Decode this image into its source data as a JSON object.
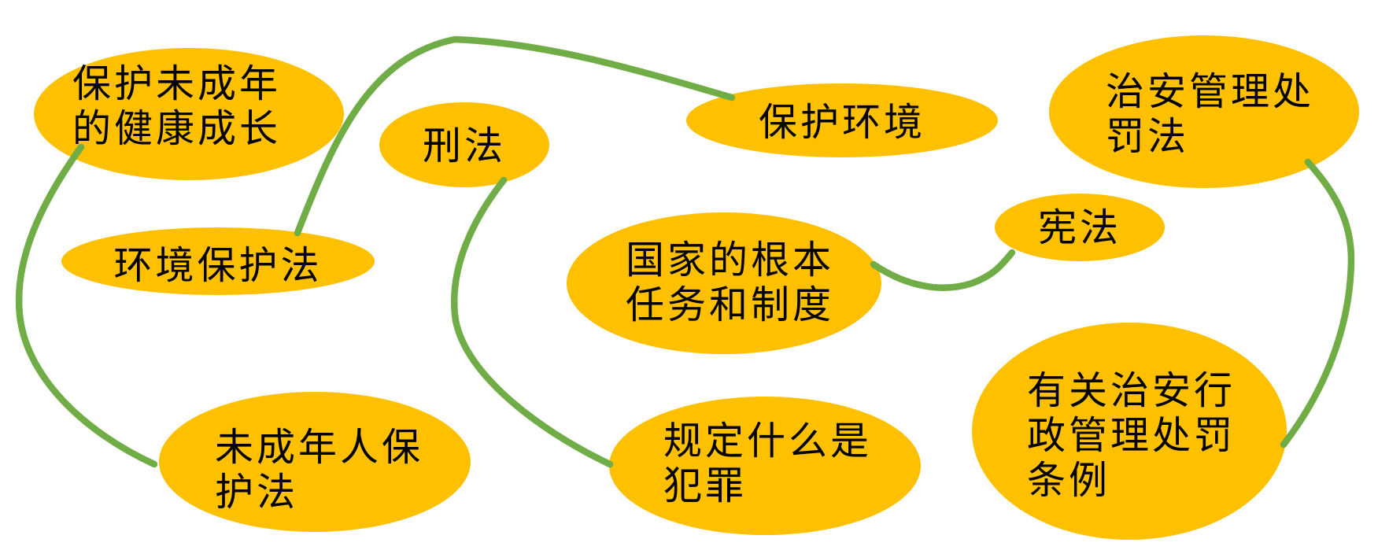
{
  "diagram": {
    "title": "",
    "background_color": "#FFFFFF",
    "node_fill_color": "#FFC000",
    "connector_color": "#70AD47",
    "text_color": "#000000",
    "nodes": [
      {
        "id": "protect-minors-goal",
        "label": "保护未成年\n的健康成长"
      },
      {
        "id": "env-protection-law",
        "label": "环境保护法"
      },
      {
        "id": "criminal-law",
        "label": "刑法"
      },
      {
        "id": "protect-environment-goal",
        "label": "保护环境"
      },
      {
        "id": "security-punishment-law",
        "label": "治安管理处\n罚法"
      },
      {
        "id": "constitution",
        "label": "宪法"
      },
      {
        "id": "state-fundamental-tasks",
        "label": "国家的根本\n任务和制度"
      },
      {
        "id": "minors-protection-law",
        "label": "未成年人保\n护法"
      },
      {
        "id": "crime-definition",
        "label": "规定什么是\n犯罪"
      },
      {
        "id": "security-admin-regulations",
        "label": "有关治安行\n政管理处罚\n条例"
      }
    ],
    "connections": [
      {
        "from": "保护未成年的健康成长",
        "to": "未成年人保护法"
      },
      {
        "from": "环境保护法",
        "to": "保护环境"
      },
      {
        "from": "刑法",
        "to": "规定什么是犯罪"
      },
      {
        "from": "国家的根本任务和制度",
        "to": "宪法"
      },
      {
        "from": "治安管理处罚法",
        "to": "有关治安行政管理处罚条例"
      }
    ]
  }
}
